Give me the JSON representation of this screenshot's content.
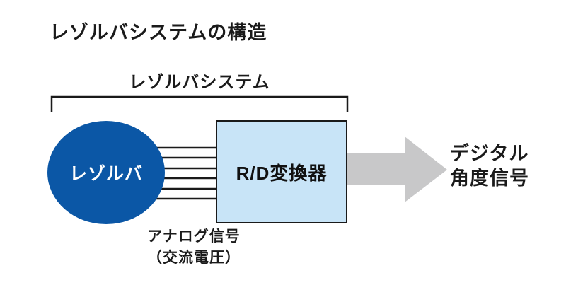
{
  "title": "レゾルバシステムの構造",
  "system_bracket": {
    "label": "レゾルバシステム"
  },
  "resolver": {
    "label": "レゾルバ",
    "fill_color": "#0b57a6",
    "text_color": "#ffffff"
  },
  "converter": {
    "label": "R/D変換器",
    "fill_color": "#c8e4f7",
    "border_color": "#1a1a1a"
  },
  "connection": {
    "line_count": 6,
    "line_color": "#1a1a1a",
    "label_line1": "アナログ信号",
    "label_line2": "（交流電圧）"
  },
  "output": {
    "arrow_color": "#c8c8c9",
    "label_line1": "デジタル",
    "label_line2": "角度信号"
  }
}
